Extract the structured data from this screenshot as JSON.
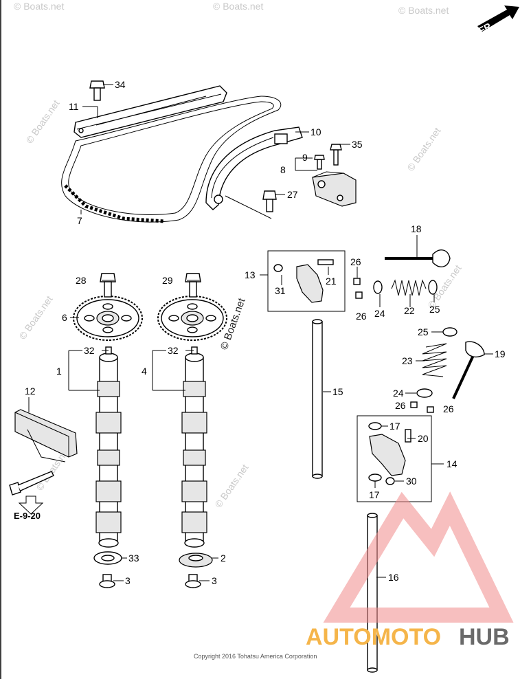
{
  "direction_label": "FR.",
  "reference_label": "E-9-20",
  "watermark_text": "© Boats.net",
  "copyright": "Copyright 2016 Tohatsu America Corporation",
  "brand": {
    "part1": "AUTOMOTO",
    "part2": "HUB",
    "color1": "#f5b54a",
    "color2": "#6a6a6a",
    "logo_color": "#f08a8a"
  },
  "labels": {
    "l1": "1",
    "l2": "2",
    "l3a": "3",
    "l3b": "3",
    "l4": "4",
    "l6": "6",
    "l7": "7",
    "l8": "8",
    "l9": "9",
    "l10": "10",
    "l11": "11",
    "l12": "12",
    "l13": "13",
    "l14": "14",
    "l15": "15",
    "l16": "16",
    "l17a": "17",
    "l17b": "17",
    "l18": "18",
    "l19": "19",
    "l20": "20",
    "l21": "21",
    "l22": "22",
    "l23": "23",
    "l24a": "24",
    "l24b": "24",
    "l25a": "25",
    "l25b": "25",
    "l26a": "26",
    "l26b": "26",
    "l26c": "26",
    "l26d": "26",
    "l27": "27",
    "l28": "28",
    "l29": "29",
    "l30": "30",
    "l31": "31",
    "l32a": "32",
    "l32b": "32",
    "l33": "33",
    "l34": "34",
    "l35": "35"
  }
}
